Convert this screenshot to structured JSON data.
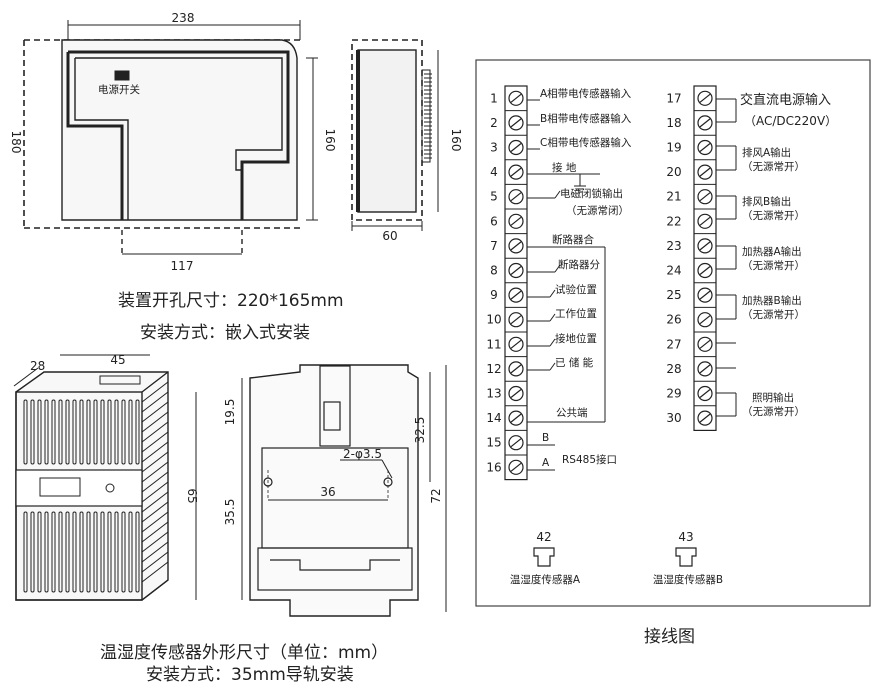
{
  "panel": {
    "width_dim": "238",
    "height_dim": "180",
    "right_height_dim": "160",
    "bottom_dim": "117",
    "switch_label": "电源开关",
    "side_height_dim": "160",
    "side_width_dim": "60",
    "caption1": "装置开孔尺寸：220*165mm",
    "caption2": "安装方式：嵌入式安装"
  },
  "sensor": {
    "dim_28": "28",
    "dim_45": "45",
    "dim_65": "65",
    "dim_19_5": "19.5",
    "dim_35_5": "35.5",
    "dim_36": "36",
    "dim_32_5": "32.5",
    "dim_72": "72",
    "hole_label": "2-φ3.5",
    "caption1": "温湿度传感器外形尺寸（单位：mm）",
    "caption2": "安装方式：35mm导轨安装"
  },
  "wiring": {
    "title": "接线图",
    "left_terminals": [
      "1",
      "2",
      "3",
      "4",
      "5",
      "6",
      "7",
      "8",
      "9",
      "10",
      "11",
      "12",
      "13",
      "14",
      "15",
      "16"
    ],
    "left_labels": {
      "t1": "A相带电传感器输入",
      "t2": "B相带电传感器输入",
      "t3": "C相带电传感器输入",
      "t4": "接  地",
      "t5a": "电磁闭锁输出",
      "t5b": "（无源常闭）",
      "t7": "断路器合",
      "t8": "断路器分",
      "t9": "试验位置",
      "t10": "工作位置",
      "t11": "接地位置",
      "t12": "已 储 能",
      "t14": "公共端",
      "t15": "B",
      "t16a": "A",
      "t16b": "RS485接口"
    },
    "right_terminals": [
      "17",
      "18",
      "19",
      "20",
      "21",
      "22",
      "23",
      "24",
      "25",
      "26",
      "27",
      "28",
      "29",
      "30"
    ],
    "right_labels": {
      "t17": "交直流电源输入",
      "t18": "（AC/DC220V）",
      "t19a": "排风A输出",
      "t19b": "（无源常开）",
      "t21a": "排风B输出",
      "t21b": "（无源常开）",
      "t23a": "加热器A输出",
      "t23b": "（无源常开）",
      "t25a": "加热器B输出",
      "t25b": "（无源常开）",
      "t29a": "照明输出",
      "t29b": "（无源常开）"
    },
    "connectors": [
      {
        "num": "42",
        "label": "温湿度传感器A"
      },
      {
        "num": "43",
        "label": "温湿度传感器B"
      }
    ]
  }
}
